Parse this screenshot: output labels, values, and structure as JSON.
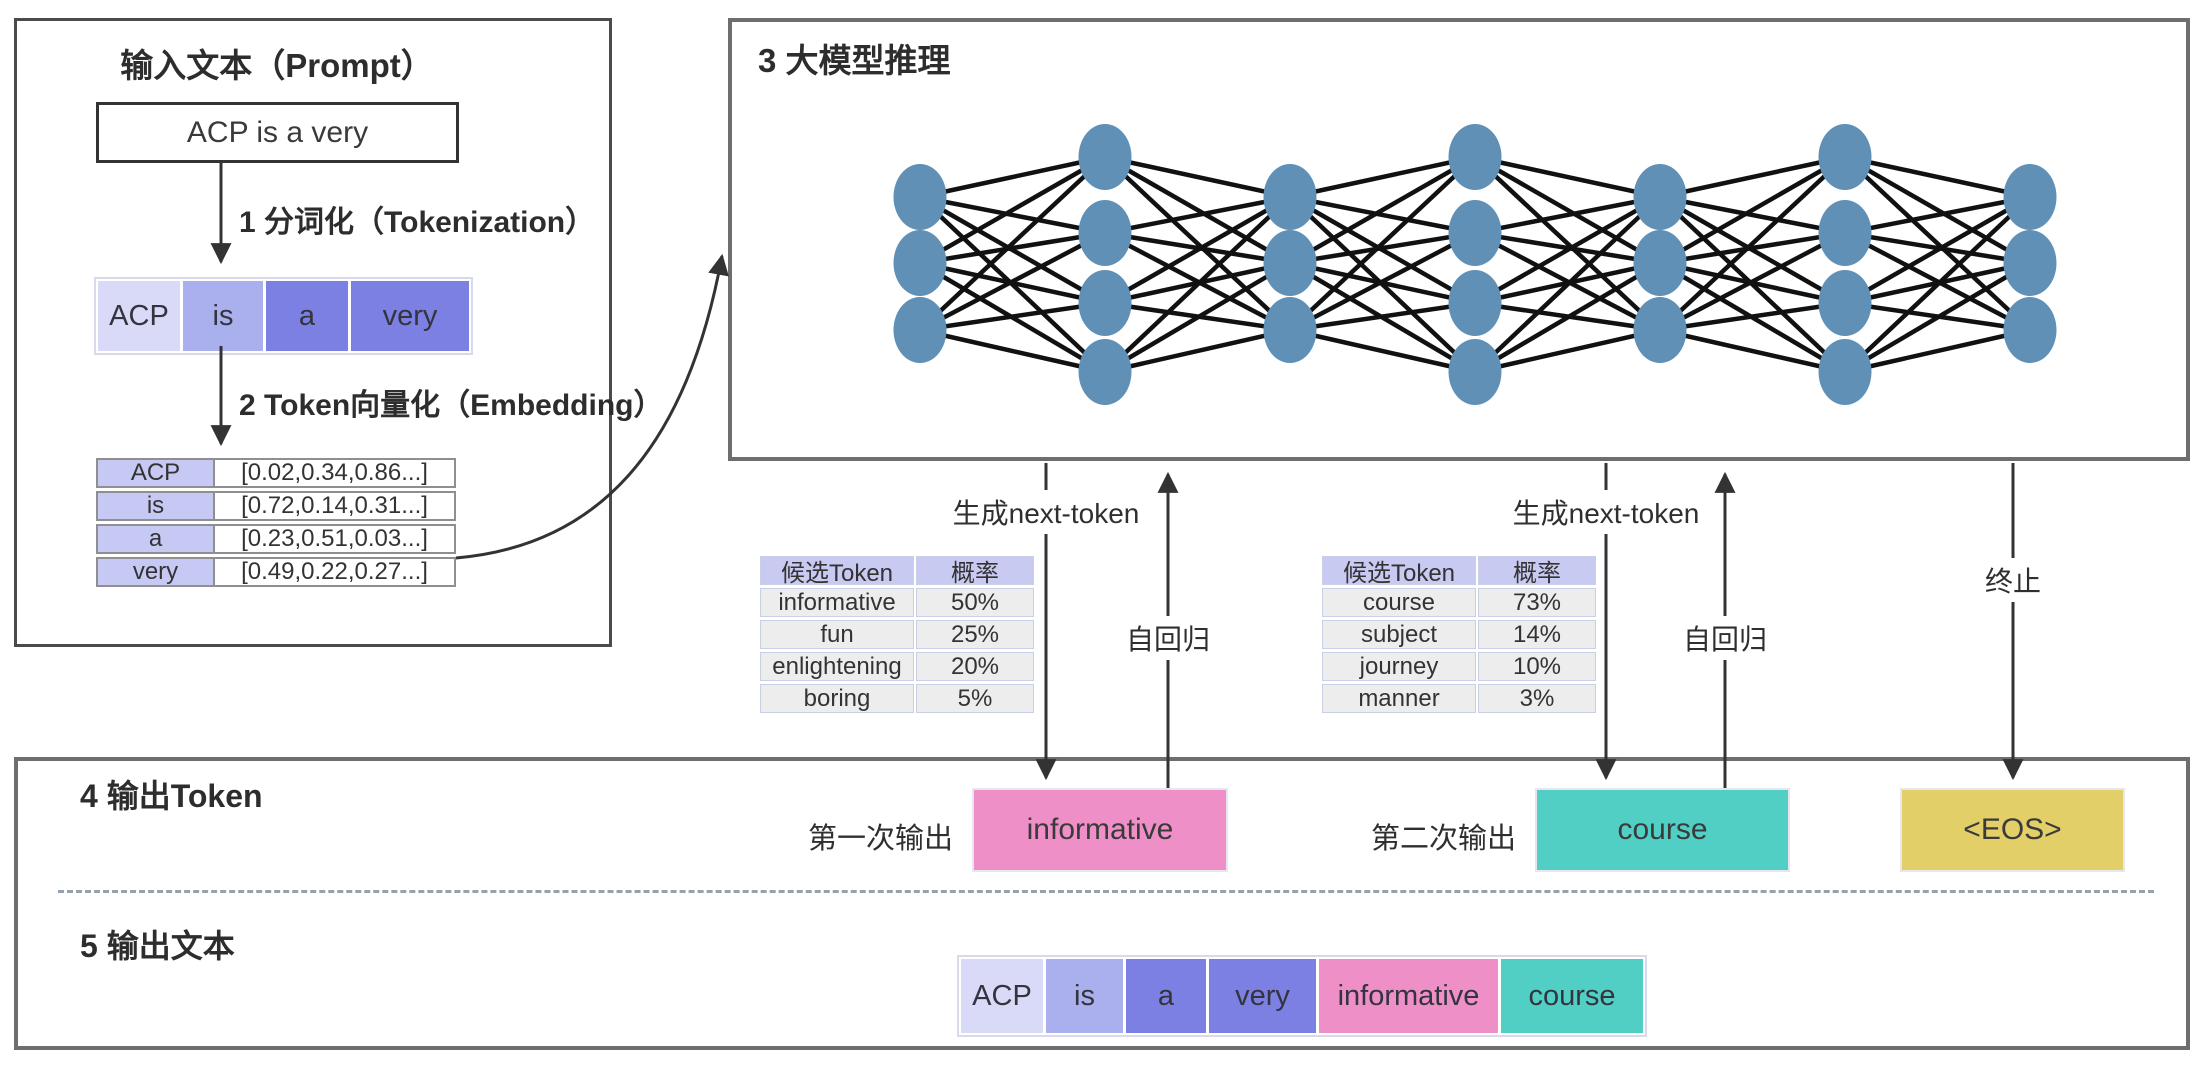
{
  "left_panel": {
    "title": "输入文本（Prompt）",
    "prompt_text": "ACP is a very",
    "step1_label": "1 分词化（Tokenization）",
    "step2_label": "2 Token向量化（Embedding）",
    "tokens": [
      {
        "label": "ACP",
        "color": "#d9daf8"
      },
      {
        "label": "is",
        "color": "#aab0ee"
      },
      {
        "label": "a",
        "color": "#7b80e2"
      },
      {
        "label": "very",
        "color": "#7b80e2"
      }
    ],
    "embedding_rows": [
      {
        "token": "ACP",
        "vector": "[0.02,0.34,0.86...]"
      },
      {
        "token": "is",
        "vector": "[0.72,0.14,0.31...]"
      },
      {
        "token": "a",
        "vector": "[0.23,0.51,0.03...]"
      },
      {
        "token": "very",
        "vector": "[0.49,0.22,0.27...]"
      }
    ],
    "embedding_token_bg": "#c6c9f4"
  },
  "model_panel": {
    "title": "3 大模型推理",
    "network": {
      "layers": [
        3,
        4,
        3,
        4,
        3,
        4,
        3
      ],
      "node_color": "#6090b6",
      "edge_color": "#111111"
    }
  },
  "inference_steps": [
    {
      "gen_label": "生成next-token",
      "auto_label": "自回归",
      "table": {
        "headers": [
          "候选Token",
          "概率"
        ],
        "header_bg": "#c9caf2",
        "row_bg": "#ededed",
        "rows": [
          {
            "token": "informative",
            "prob": "50%"
          },
          {
            "token": "fun",
            "prob": "25%"
          },
          {
            "token": "enlightening",
            "prob": "20%"
          },
          {
            "token": "boring",
            "prob": "5%"
          }
        ]
      }
    },
    {
      "gen_label": "生成next-token",
      "auto_label": "自回归",
      "table": {
        "headers": [
          "候选Token",
          "概率"
        ],
        "header_bg": "#c9caf2",
        "row_bg": "#ededed",
        "rows": [
          {
            "token": "course",
            "prob": "73%"
          },
          {
            "token": "subject",
            "prob": "14%"
          },
          {
            "token": "journey",
            "prob": "10%"
          },
          {
            "token": "manner",
            "prob": "3%"
          }
        ]
      }
    },
    {
      "stop_label": "终止"
    }
  ],
  "output_panel": {
    "section4_title": "4 输出Token",
    "first_output_label": "第一次输出",
    "second_output_label": "第二次输出",
    "output_tokens": [
      {
        "label": "informative",
        "color": "#ef8fc7"
      },
      {
        "label": "course",
        "color": "#52cfc5"
      },
      {
        "label": "<EOS>",
        "color": "#e3cf68"
      }
    ],
    "section5_title": "5 输出文本",
    "final_tokens": [
      {
        "label": "ACP",
        "color": "#d9daf8",
        "width": 82
      },
      {
        "label": "is",
        "color": "#aab0ee",
        "width": 77
      },
      {
        "label": "a",
        "color": "#7b80e2",
        "width": 80
      },
      {
        "label": "very",
        "color": "#7b80e2",
        "width": 107
      },
      {
        "label": "informative",
        "color": "#ef8fc7",
        "width": 179
      },
      {
        "label": "course",
        "color": "#52cfc5",
        "width": 142
      }
    ]
  }
}
